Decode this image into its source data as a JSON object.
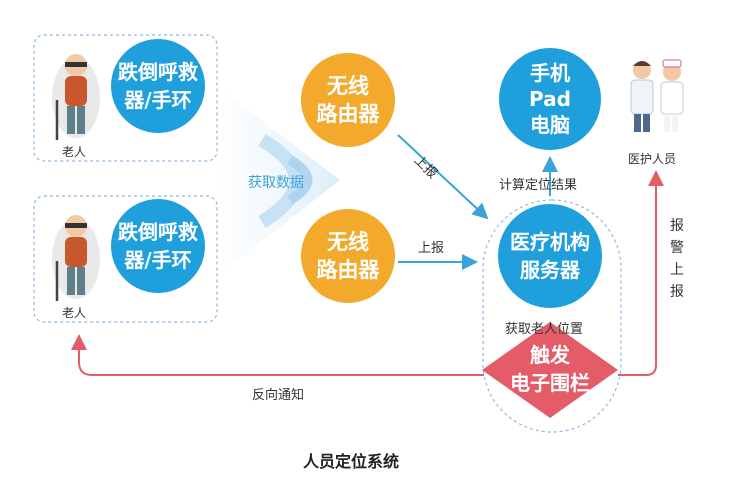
{
  "colors": {
    "blue": "#1fa0dc",
    "orange": "#f3a92b",
    "red": "#e35c68",
    "arrow_blue": "#3aa3d8",
    "dashed": "#8fb8e0"
  },
  "elderly_group_1": {
    "person_label": "老人",
    "device_line1": "跌倒呼救",
    "device_line2": "器/手环"
  },
  "elderly_group_2": {
    "person_label": "老人",
    "device_line1": "跌倒呼救",
    "device_line2": "器/手环"
  },
  "signal_label": "获取数据",
  "router_top": {
    "line1": "无线",
    "line2": "路由器"
  },
  "router_bottom": {
    "line1": "无线",
    "line2": "路由器"
  },
  "arrow_report_top": "上报",
  "arrow_report_mid": "上报",
  "terminal": {
    "line1": "手机",
    "line2": "Pad",
    "line3": "电脑"
  },
  "compute_label": "计算定位结果",
  "server": {
    "line1": "医疗机构",
    "line2": "服务器"
  },
  "locate_label": "获取老人位置",
  "fence": {
    "line1": "触发",
    "line2": "电子围栏"
  },
  "medical_staff_label": "医护人员",
  "alarm_label": [
    "报",
    "警",
    "上",
    "报"
  ],
  "reverse_notify_label": "反向通知",
  "title": "人员定位系统"
}
